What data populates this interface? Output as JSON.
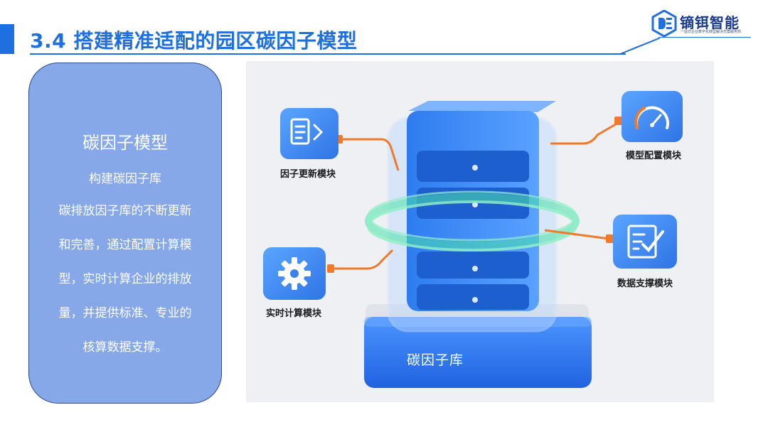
{
  "header": {
    "title": "3.4 搭建精准适配的园区碳因子模型"
  },
  "logo": {
    "name": "镝铒智能",
    "tagline": "一站式企业数字化转型解决方案服务商",
    "icon": "de-logo-icon"
  },
  "left_panel": {
    "title": "碳因子模型",
    "subtitle": "构建碳因子库",
    "lines": [
      "碳排放因子库的不断更新",
      "和完善，通过配置计算模",
      "型，实时计算企业的排放",
      "量，并提供标准、专业的",
      "核算数据支撑。"
    ]
  },
  "illustration": {
    "modules": {
      "update": "因子更新模块",
      "config": "模型配置模块",
      "compute": "实时计算模块",
      "support": "数据支撑模块"
    },
    "base_label": "碳因子库",
    "icons": [
      "document-arrow-icon",
      "gauge-icon",
      "gear-icon",
      "checklist-icon"
    ],
    "colors": {
      "accent": "#1e6fe0",
      "card": "#86a8e8",
      "connector": "#f07a2a",
      "ring": "#4be3a8"
    }
  }
}
